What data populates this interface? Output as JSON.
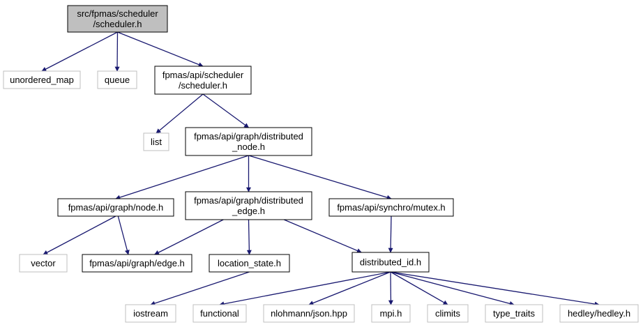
{
  "colors": {
    "edge": "#191970",
    "root_fill": "#bfbfbf",
    "root_border": "#000000",
    "documented_border": "#000000",
    "external_border": "#bfbfbf",
    "box_fill": "#ffffff"
  },
  "nodes": [
    {
      "id": "scheduler_h",
      "lines": [
        "src/fpmas/scheduler",
        "/scheduler.h"
      ],
      "kind": "root"
    },
    {
      "id": "unordered_map",
      "lines": [
        "unordered_map"
      ],
      "kind": "external"
    },
    {
      "id": "queue",
      "lines": [
        "queue"
      ],
      "kind": "external"
    },
    {
      "id": "api_scheduler_h",
      "lines": [
        "fpmas/api/scheduler",
        "/scheduler.h"
      ],
      "kind": "documented"
    },
    {
      "id": "list",
      "lines": [
        "list"
      ],
      "kind": "external"
    },
    {
      "id": "distributed_node_h",
      "lines": [
        "fpmas/api/graph/distributed",
        "_node.h"
      ],
      "kind": "documented"
    },
    {
      "id": "node_h",
      "lines": [
        "fpmas/api/graph/node.h"
      ],
      "kind": "documented"
    },
    {
      "id": "distributed_edge_h",
      "lines": [
        "fpmas/api/graph/distributed",
        "_edge.h"
      ],
      "kind": "documented"
    },
    {
      "id": "mutex_h",
      "lines": [
        "fpmas/api/synchro/mutex.h"
      ],
      "kind": "documented"
    },
    {
      "id": "vector",
      "lines": [
        "vector"
      ],
      "kind": "external"
    },
    {
      "id": "edge_h",
      "lines": [
        "fpmas/api/graph/edge.h"
      ],
      "kind": "documented"
    },
    {
      "id": "location_state_h",
      "lines": [
        "location_state.h"
      ],
      "kind": "documented"
    },
    {
      "id": "distributed_id_h",
      "lines": [
        "distributed_id.h"
      ],
      "kind": "documented"
    },
    {
      "id": "iostream",
      "lines": [
        "iostream"
      ],
      "kind": "external"
    },
    {
      "id": "functional",
      "lines": [
        "functional"
      ],
      "kind": "external"
    },
    {
      "id": "json_hpp",
      "lines": [
        "nlohmann/json.hpp"
      ],
      "kind": "external"
    },
    {
      "id": "mpi_h",
      "lines": [
        "mpi.h"
      ],
      "kind": "external"
    },
    {
      "id": "climits",
      "lines": [
        "climits"
      ],
      "kind": "external"
    },
    {
      "id": "type_traits",
      "lines": [
        "type_traits"
      ],
      "kind": "external"
    },
    {
      "id": "hedley_h",
      "lines": [
        "hedley/hedley.h"
      ],
      "kind": "external"
    }
  ],
  "edges": [
    {
      "from": "scheduler_h",
      "to": "unordered_map"
    },
    {
      "from": "scheduler_h",
      "to": "queue"
    },
    {
      "from": "scheduler_h",
      "to": "api_scheduler_h"
    },
    {
      "from": "api_scheduler_h",
      "to": "list"
    },
    {
      "from": "api_scheduler_h",
      "to": "distributed_node_h"
    },
    {
      "from": "distributed_node_h",
      "to": "node_h"
    },
    {
      "from": "distributed_node_h",
      "to": "distributed_edge_h"
    },
    {
      "from": "distributed_node_h",
      "to": "mutex_h"
    },
    {
      "from": "node_h",
      "to": "vector"
    },
    {
      "from": "node_h",
      "to": "edge_h"
    },
    {
      "from": "distributed_edge_h",
      "to": "edge_h"
    },
    {
      "from": "distributed_edge_h",
      "to": "location_state_h"
    },
    {
      "from": "distributed_edge_h",
      "to": "distributed_id_h"
    },
    {
      "from": "mutex_h",
      "to": "distributed_id_h"
    },
    {
      "from": "location_state_h",
      "to": "iostream"
    },
    {
      "from": "distributed_id_h",
      "to": "functional"
    },
    {
      "from": "distributed_id_h",
      "to": "json_hpp"
    },
    {
      "from": "distributed_id_h",
      "to": "mpi_h"
    },
    {
      "from": "distributed_id_h",
      "to": "climits"
    },
    {
      "from": "distributed_id_h",
      "to": "type_traits"
    },
    {
      "from": "distributed_id_h",
      "to": "hedley_h"
    }
  ]
}
